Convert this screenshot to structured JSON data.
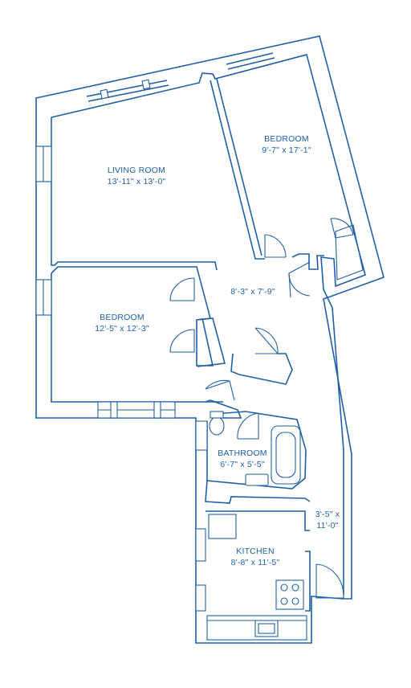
{
  "floorplan": {
    "rooms": [
      {
        "id": "bedroom-1",
        "name": "BEDROOM",
        "size": "9'-7\" x 17'-1\""
      },
      {
        "id": "living-room",
        "name": "LIVING ROOM",
        "size": "13'-11\" x 13'-0\""
      },
      {
        "id": "bedroom-2",
        "name": "BEDROOM",
        "size": "12'-5\" x 12'-3\""
      },
      {
        "id": "foyer",
        "name": "",
        "size": "8'-3\" x 7'-9\""
      },
      {
        "id": "bathroom",
        "name": "BATHROOM",
        "size": "6'-7\" x 5'-5\""
      },
      {
        "id": "hall",
        "name": "",
        "size_line1": "3'-5\" x",
        "size_line2": "11'-0\""
      },
      {
        "id": "kitchen",
        "name": "KITCHEN",
        "size": "8'-8\" x 11'-5\""
      }
    ],
    "line_color": "#1f5fa6"
  }
}
